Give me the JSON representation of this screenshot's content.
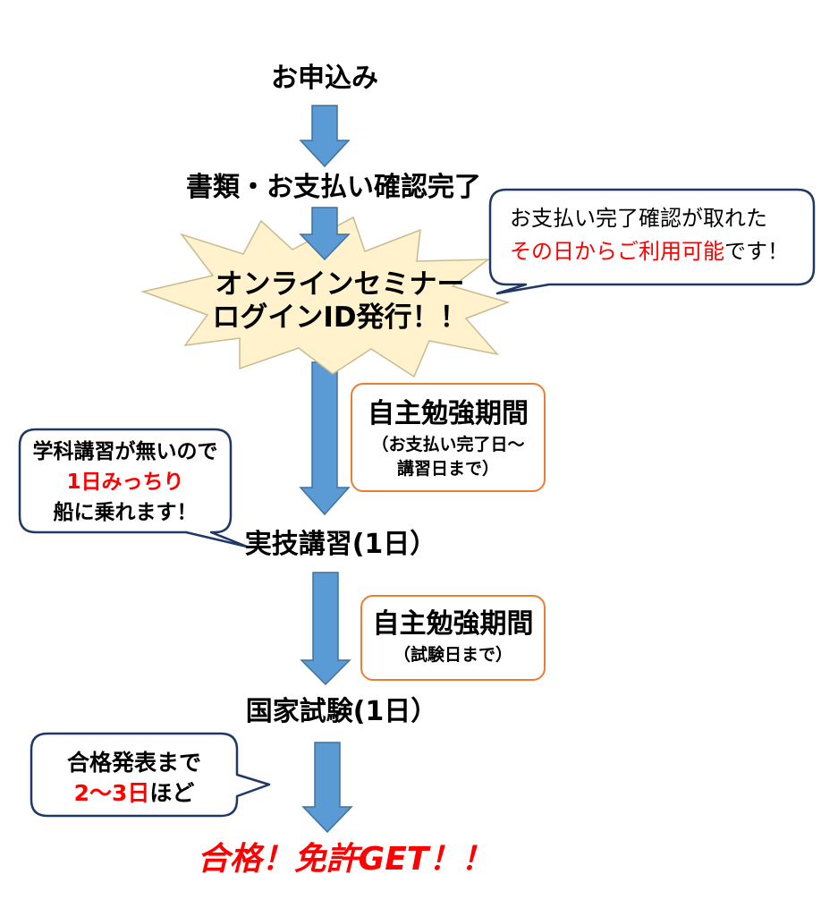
{
  "flow": {
    "step1": "お申込み",
    "step2": "書類・お支払い確認完了",
    "step3_line1": "オンラインセミナー",
    "step3_line2": "ログインID発行！！",
    "step4": "実技講習(1日）",
    "step5": "国家試験(1日）",
    "result": "合格！免許GET！！"
  },
  "study_boxes": [
    {
      "title": "自主勉強期間",
      "note_lines": [
        "（お支払い完了日～",
        "講習日まで）"
      ]
    },
    {
      "title": "自主勉強期間",
      "note_lines": [
        "（試験日まで）"
      ]
    }
  ],
  "callouts": {
    "payment": {
      "line1": "お支払い完了確認が取れた",
      "line2_highlight": "その日からご利用可能",
      "line2_rest": "です！"
    },
    "practical": {
      "line1": "学科講習が無いので",
      "line2_highlight": "1日みっちり",
      "line3": "船に乗れます！"
    },
    "result_timing": {
      "line1": "合格発表まで",
      "line2_highlight": "2～3日",
      "line2_rest": "ほど"
    }
  },
  "colors": {
    "text": "#000000",
    "highlight_red": "#FF0000",
    "arrow_fill": "#5B9BD5",
    "arrow_stroke": "#41719C",
    "burst_fill": "#FFF2CC",
    "burst_stroke": "#C9BB8E",
    "callout_border": "#1F3864",
    "study_box_border": "#ED7D31"
  }
}
